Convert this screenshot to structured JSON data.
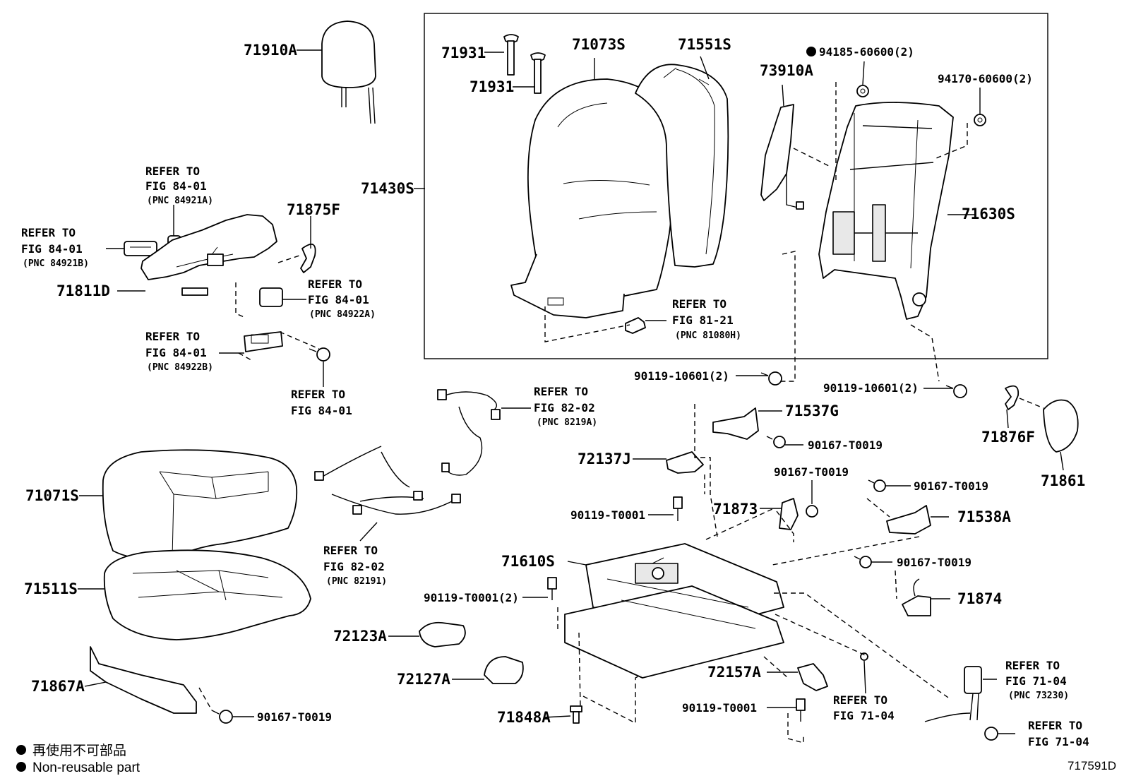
{
  "parts": {
    "p71910A": "71910A",
    "p71931a": "71931",
    "p71931b": "71931",
    "p71073S": "71073S",
    "p71551S": "71551S",
    "p73910A": "73910A",
    "p71430S": "71430S",
    "p71630S": "71630S",
    "p71875F": "71875F",
    "p71811D": "71811D",
    "p71537G": "71537G",
    "p71876F": "71876F",
    "p71861": "71861",
    "p72137J": "72137J",
    "p71873": "71873",
    "p71538A": "71538A",
    "p71071S": "71071S",
    "p71610S": "71610S",
    "p71874": "71874",
    "p71511S": "71511S",
    "p72123A": "72123A",
    "p72127A": "72127A",
    "p72157A": "72157A",
    "p71867A": "71867A",
    "p71848A": "71848A"
  },
  "hardware": {
    "h94185": "94185-60600(2)",
    "h94170": "94170-60600(2)",
    "h90119a": "90119-10601(2)",
    "h90119b": "90119-10601(2)",
    "h90167a": "90167-T0019",
    "h90167b": "90167-T0019",
    "h90167c": "90167-T0019",
    "h90167d": "90167-T0019",
    "h90167e": "90167-T0019",
    "h90119T1": "90119-T0001",
    "h90119T2": "90119-T0001(2)",
    "h90119T3": "90119-T0001"
  },
  "refs": {
    "r1": {
      "l1": "REFER TO",
      "l2": "FIG 84-01",
      "l3": "(PNC 84921A)"
    },
    "r2": {
      "l1": "REFER TO",
      "l2": "FIG 84-01",
      "l3": "(PNC 84921B)"
    },
    "r3": {
      "l1": "REFER TO",
      "l2": "FIG 84-01",
      "l3": "(PNC 84922A)"
    },
    "r4": {
      "l1": "REFER TO",
      "l2": "FIG 84-01",
      "l3": "(PNC 84922B)"
    },
    "r5": {
      "l1": "REFER TO",
      "l2": "FIG 84-01"
    },
    "r6": {
      "l1": "REFER TO",
      "l2": "FIG 81-21",
      "l3": "(PNC 81080H)"
    },
    "r7": {
      "l1": "REFER TO",
      "l2": "FIG 82-02",
      "l3": "(PNC 8219A)"
    },
    "r8": {
      "l1": "REFER TO",
      "l2": "FIG 82-02",
      "l3": "(PNC 82191)"
    },
    "r9": {
      "l1": "REFER TO",
      "l2": "FIG 71-04"
    },
    "r10": {
      "l1": "REFER TO",
      "l2": "FIG 71-04",
      "l3": "(PNC 73230)"
    },
    "r11": {
      "l1": "REFER TO",
      "l2": "FIG 71-04"
    }
  },
  "legend": {
    "jp": "再使用不可部品",
    "en": "Non-reusable part",
    "bullet_icon": "filled-circle-icon"
  },
  "diagram_code": "717591D"
}
